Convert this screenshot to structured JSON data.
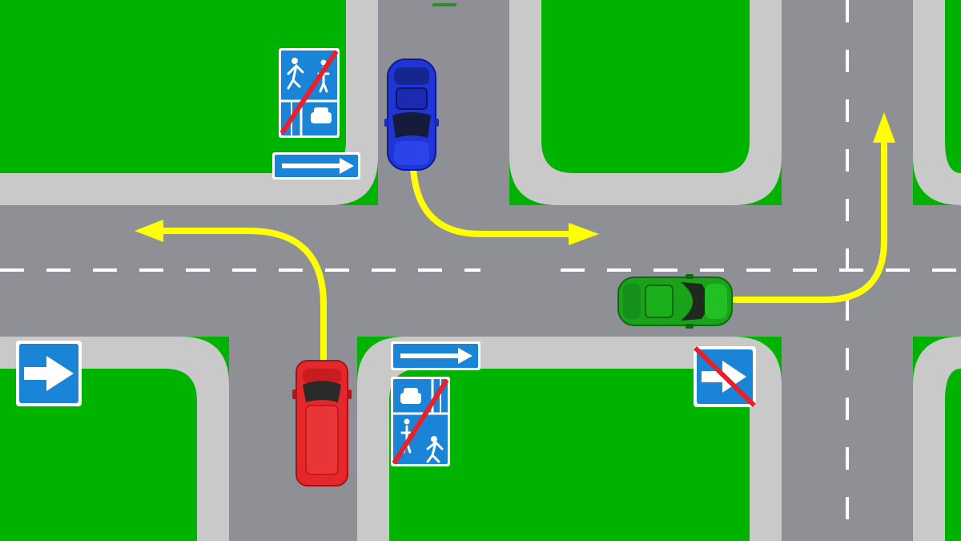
{
  "scene": {
    "type": "traffic-intersection-diagram",
    "colors": {
      "grass": "#00b300",
      "road": "#8e9096",
      "sidewalk": "#c9c9c9",
      "lane_marking": "#ffffff",
      "path_arrow": "#ffff00",
      "sign_blue": "#1a84d6",
      "sign_red": "#e8202a"
    },
    "vehicles": [
      {
        "id": "blue-car",
        "color": "#1f35d8",
        "heading": "south",
        "path": "right-turn-east"
      },
      {
        "id": "red-car",
        "color": "#e5262a",
        "heading": "north",
        "path": "left-turn-west"
      },
      {
        "id": "green-car",
        "color": "#1aa21a",
        "heading": "west",
        "path": "right-turn-north"
      }
    ],
    "signs": [
      {
        "id": "one-way-right-top",
        "meaning": "one-way-road"
      },
      {
        "id": "one-way-right-middle",
        "meaning": "one-way-road"
      },
      {
        "id": "one-way-road-left",
        "meaning": "one-way-road"
      },
      {
        "id": "end-of-one-way",
        "meaning": "end-of-one-way-road"
      },
      {
        "id": "end-living-zone-top",
        "meaning": "end-of-residential-zone"
      },
      {
        "id": "end-living-zone-bottom",
        "meaning": "end-of-residential-zone"
      }
    ]
  }
}
